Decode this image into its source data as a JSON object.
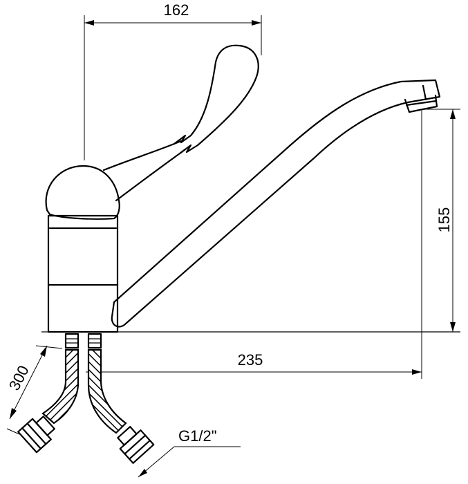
{
  "dimensions": {
    "handle_width": "162",
    "spout_height": "155",
    "spout_reach": "235",
    "hose_length": "300",
    "thread_size": "G1/2\""
  }
}
